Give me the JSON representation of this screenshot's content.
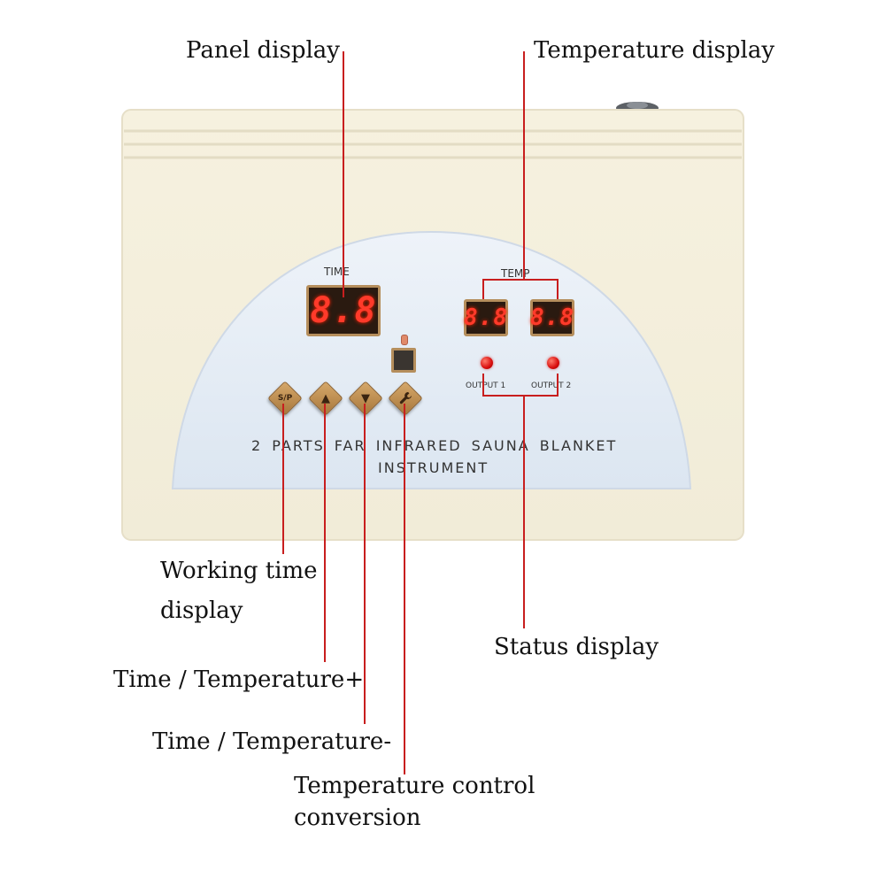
{
  "callouts": {
    "panel_display": "Panel display",
    "temperature_display": "Temperature display",
    "working_time_line1": "Working time",
    "working_time_line2": "display",
    "status_display": "Status display",
    "time_temp_plus": "Time / Temperature+",
    "time_temp_minus": "Time / Temperature-",
    "temp_control_line1": "Temperature control",
    "temp_control_line2": "conversion"
  },
  "device": {
    "time_label": "TIME",
    "temp_label": "TEMP",
    "time_readout": "8.8",
    "temp_readout_1": "8.8",
    "temp_readout_2": "8.8",
    "output1_label": "OUTPUT 1",
    "output2_label": "OUTPUT 2",
    "product_name_line1": "2 PARTS FAR INFRARED SAUNA BLANKET",
    "product_name_line2": "INSTRUMENT",
    "buttons": {
      "sp": "S/P",
      "up": "▲",
      "down": "▼",
      "wrench": "🔧"
    }
  },
  "colors": {
    "leader_line": "#c81e1e",
    "housing": "#f7f3e3",
    "front_panel": "#e3ecf5",
    "button": "#c39358",
    "led_digits": "#ff3a2a"
  }
}
